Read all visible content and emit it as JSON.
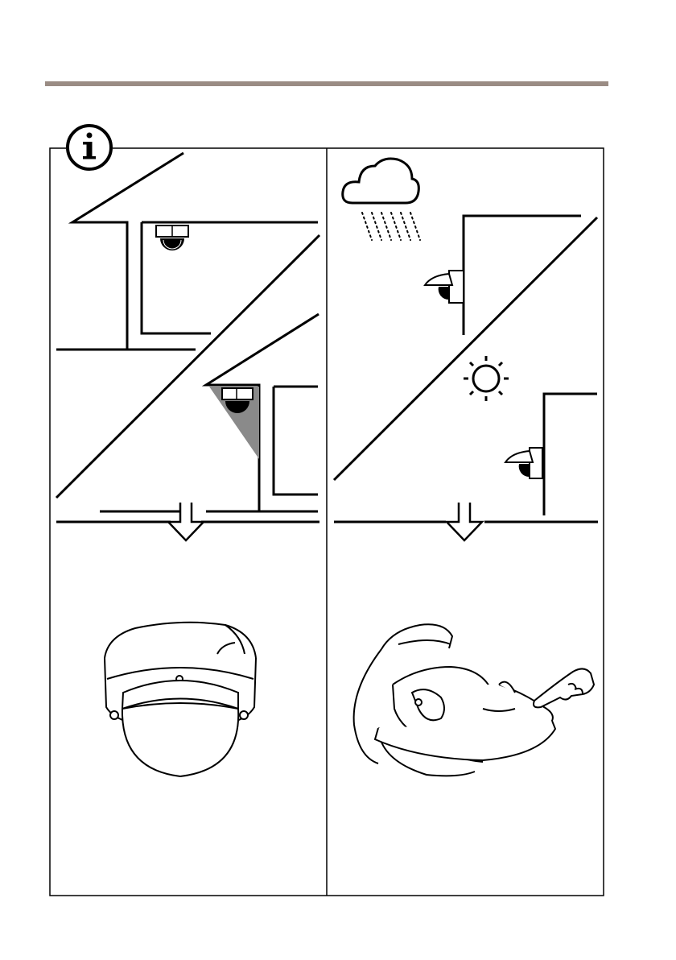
{
  "page": {
    "header_rule_color": "#9a8c84",
    "line_color": "#000000",
    "shadow_color": "#8a8a8a"
  },
  "info_badge": {
    "icon": "info-icon",
    "glyph": "i"
  },
  "panels": [
    {
      "id": "indoor-mounting",
      "icons": [
        "house-eave-icon",
        "ceiling-dome-camera-icon",
        "corner-dome-camera-icon",
        "down-arrow-icon"
      ],
      "result_icon": "dome-camera-icon"
    },
    {
      "id": "outdoor-weathershield",
      "icons": [
        "rain-cloud-icon",
        "sun-icon",
        "wall-camera-with-shield-icon",
        "down-arrow-icon"
      ],
      "result_icon": "dome-camera-with-weathershield-icon"
    }
  ]
}
